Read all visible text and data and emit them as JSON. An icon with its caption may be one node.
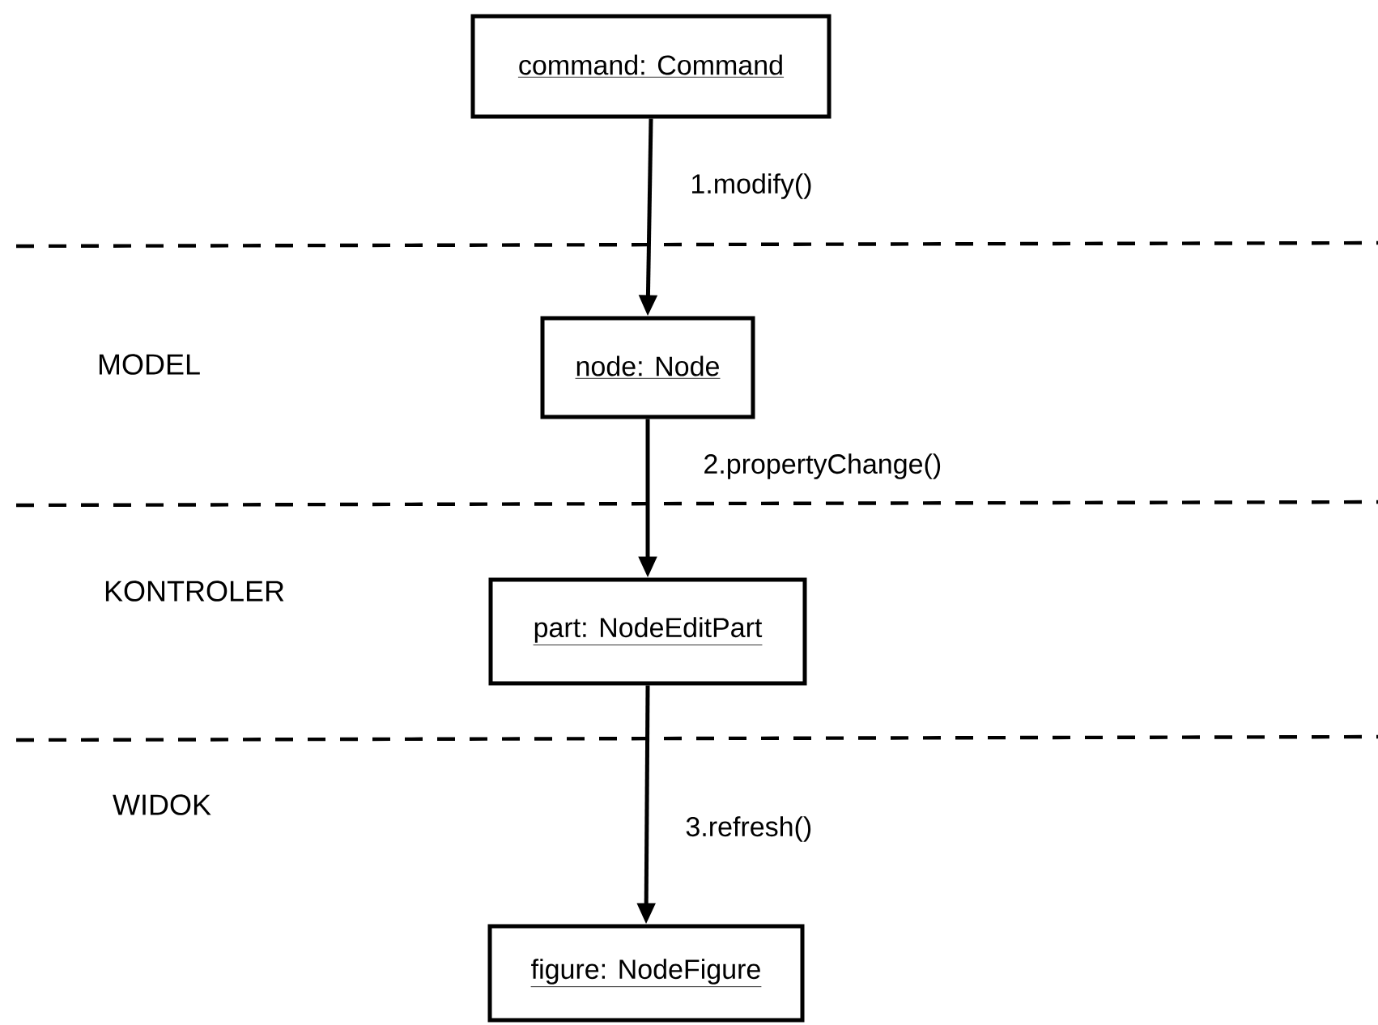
{
  "diagram": {
    "nodes": [
      {
        "text": [
          "command: Command"
        ]
      },
      {
        "text": [
          "node: Node"
        ]
      },
      {
        "text": [
          "part: NodeEditPart"
        ]
      },
      {
        "text": [
          "figure: NodeFigure"
        ]
      }
    ],
    "edges": [
      {
        "from": 0,
        "to": 1,
        "arrow": "to",
        "label": "1.modify()"
      },
      {
        "from": 1,
        "to": 2,
        "arrow": "to",
        "label": "2.propertyChange()"
      },
      {
        "from": 2,
        "to": 3,
        "arrow": "to",
        "label": "3.refresh()"
      }
    ],
    "labels": [
      "MODEL",
      "KONTROLER",
      "WIDOK"
    ]
  }
}
